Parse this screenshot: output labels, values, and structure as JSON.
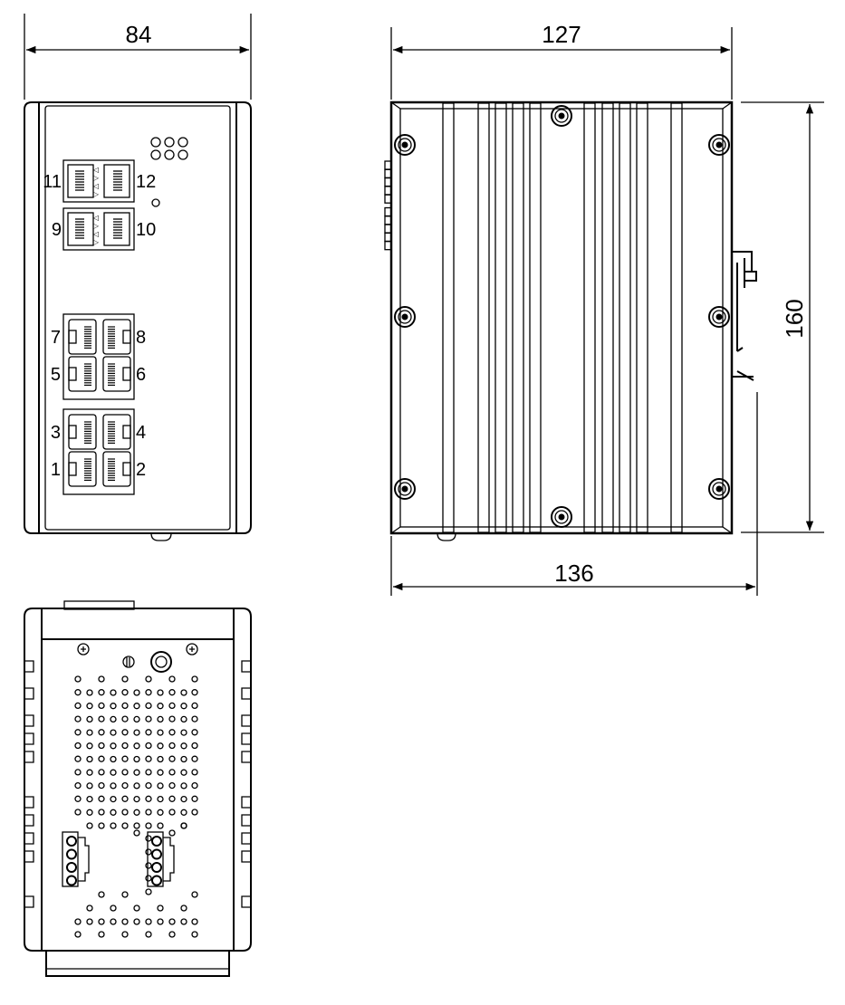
{
  "dimensions": {
    "front_width": "84",
    "side_depth": "127",
    "side_depth_with_clip": "136",
    "height": "160"
  },
  "ports": {
    "sfp_top": [
      "11",
      "12"
    ],
    "sfp_bottom": [
      "9",
      "10"
    ],
    "rj45_group_upper": [
      [
        "7",
        "8"
      ],
      [
        "5",
        "6"
      ]
    ],
    "rj45_group_lower": [
      [
        "3",
        "4"
      ],
      [
        "1",
        "2"
      ]
    ]
  },
  "colors": {
    "line": "#000000",
    "background": "#ffffff"
  }
}
